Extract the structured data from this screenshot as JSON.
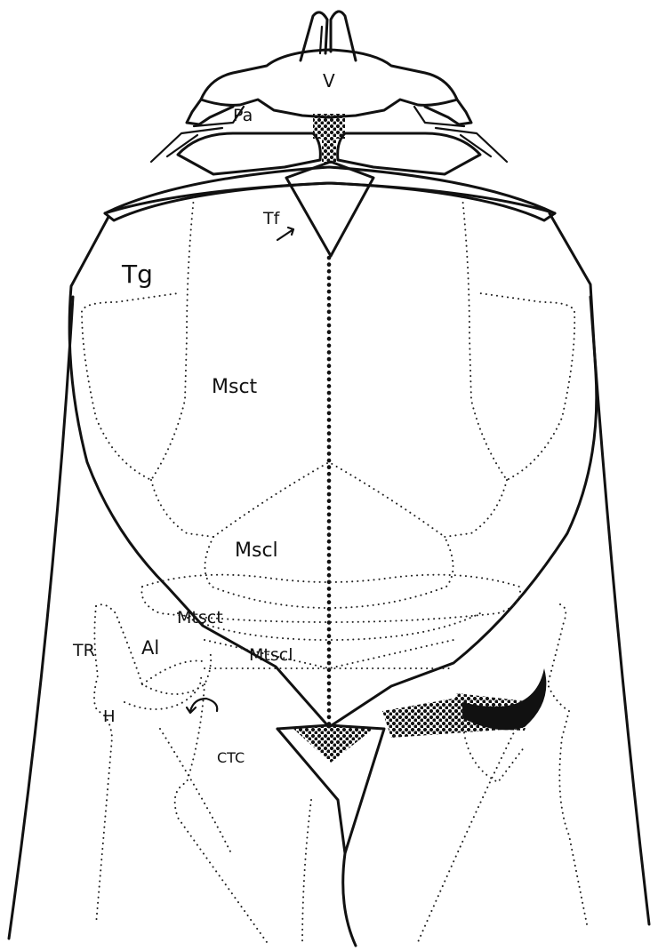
{
  "labels": {
    "v": "V",
    "pa": "Pa",
    "tf": "Tf",
    "tg": "Tg",
    "msct": "Msct",
    "mscl": "Mscl",
    "mtsct": "Mtsct",
    "mtscl": "Mtscl",
    "tr": "TR",
    "al": "Al",
    "h": "H",
    "ctc": "CTC"
  }
}
